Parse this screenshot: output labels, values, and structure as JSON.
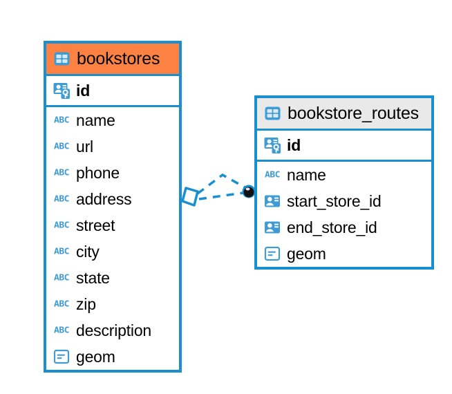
{
  "diagram": {
    "type": "entity-relationship-diagram",
    "background": "#ffffff",
    "accent_color": "#1a8fd0",
    "highlight_color": "#fb8243",
    "header_gray": "#e9e9e9",
    "icon_blue": "#3e9bd4"
  },
  "tables": [
    {
      "name": "bookstores",
      "header_style": "orange",
      "table_icon": "table-icon",
      "primary_key": {
        "name": "id",
        "icon": "primary-key-icon",
        "type": "pk"
      },
      "fields": [
        {
          "name": "name",
          "icon": "text-field-icon",
          "type": "text"
        },
        {
          "name": "url",
          "icon": "text-field-icon",
          "type": "text"
        },
        {
          "name": "phone",
          "icon": "text-field-icon",
          "type": "text"
        },
        {
          "name": "address",
          "icon": "text-field-icon",
          "type": "text"
        },
        {
          "name": "street",
          "icon": "text-field-icon",
          "type": "text"
        },
        {
          "name": "city",
          "icon": "text-field-icon",
          "type": "text"
        },
        {
          "name": "state",
          "icon": "text-field-icon",
          "type": "text"
        },
        {
          "name": "zip",
          "icon": "text-field-icon",
          "type": "text"
        },
        {
          "name": "description",
          "icon": "text-field-icon",
          "type": "text"
        },
        {
          "name": "geom",
          "icon": "geometry-field-icon",
          "type": "geometry"
        }
      ]
    },
    {
      "name": "bookstore_routes",
      "header_style": "gray",
      "table_icon": "table-icon",
      "primary_key": {
        "name": "id",
        "icon": "primary-key-icon",
        "type": "pk"
      },
      "fields": [
        {
          "name": "name",
          "icon": "text-field-icon",
          "type": "text"
        },
        {
          "name": "start_store_id",
          "icon": "foreign-key-icon",
          "type": "fk"
        },
        {
          "name": "end_store_id",
          "icon": "foreign-key-icon",
          "type": "fk"
        },
        {
          "name": "geom",
          "icon": "geometry-field-icon",
          "type": "geometry"
        }
      ]
    }
  ],
  "relationship": {
    "source_marker": "diamond-endpoint",
    "target_marker": "filled-circle-endpoint",
    "line_style": "dashed",
    "color": "#1a8fd0"
  }
}
